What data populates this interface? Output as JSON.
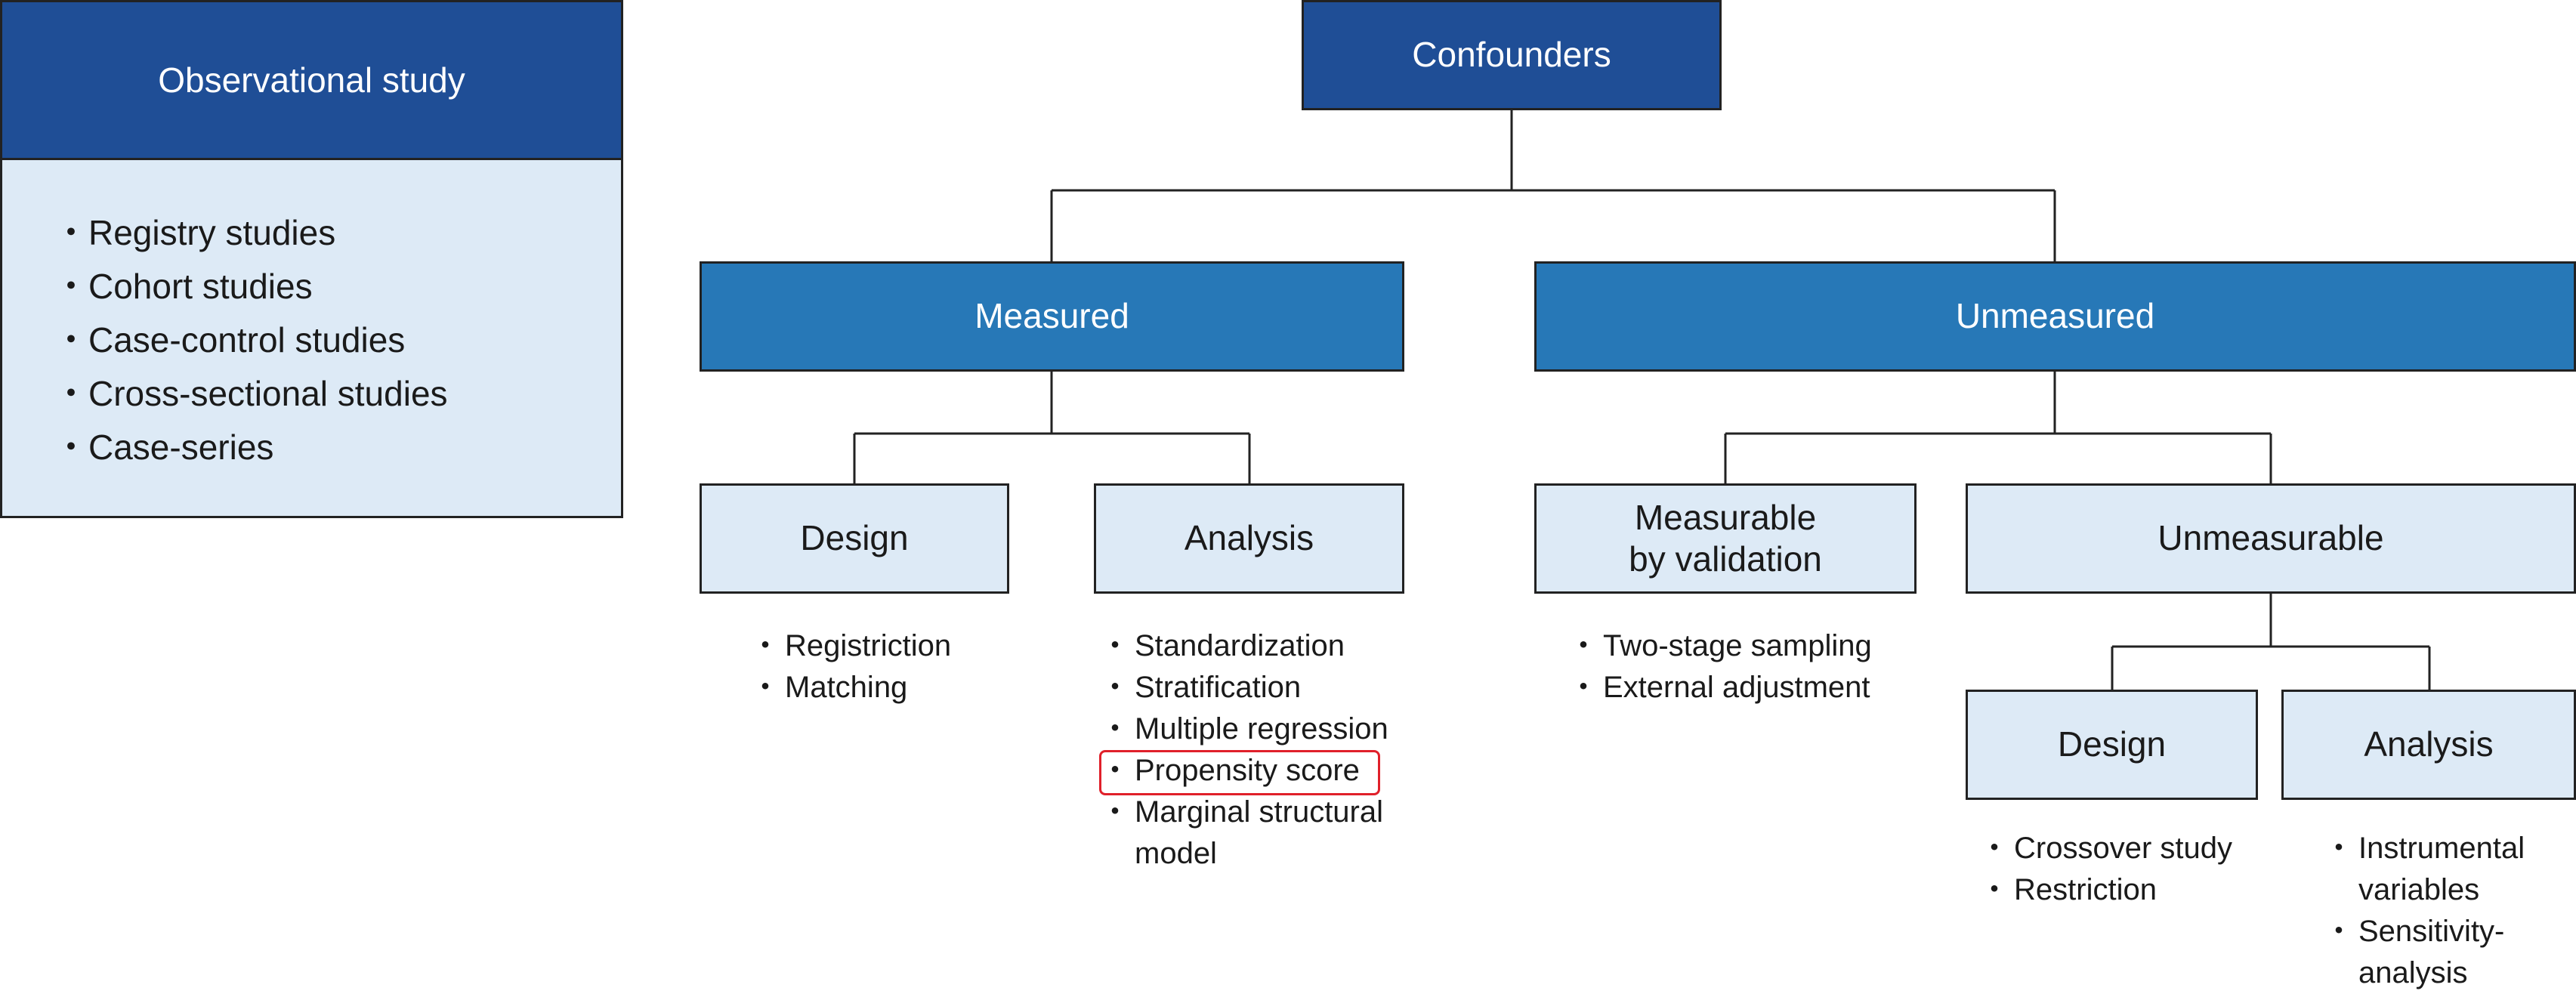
{
  "observational": {
    "title": "Observational study",
    "items": [
      "Registry studies",
      "Cohort studies",
      "Case-control studies",
      "Cross-sectional studies",
      "Case-series"
    ]
  },
  "tree": {
    "root": "Confounders",
    "measured": {
      "label": "Measured",
      "design": {
        "label": "Design",
        "items": [
          "Registriction",
          "Matching"
        ]
      },
      "analysis": {
        "label": "Analysis",
        "items": [
          "Standardization",
          "Stratification",
          "Multiple regression",
          "Propensity score",
          "Marginal structural model"
        ]
      }
    },
    "unmeasured": {
      "label": "Unmeasured",
      "validation": {
        "label_line1": "Measurable",
        "label_line2": "by validation",
        "items": [
          "Two-stage sampling",
          "External adjustment"
        ]
      },
      "unmeasurable": {
        "label": "Unmeasurable",
        "design": {
          "label": "Design",
          "items": [
            "Crossover study",
            "Restriction"
          ]
        },
        "analysis": {
          "label": "Analysis",
          "items": [
            "Instrumental variables",
            "Sensitivity-analysis"
          ]
        }
      }
    }
  },
  "colors": {
    "dark_blue": "#1f4e96",
    "mid_blue": "#2778b7",
    "light_blue": "#ddeaf6",
    "highlight_red": "#e0202a"
  }
}
